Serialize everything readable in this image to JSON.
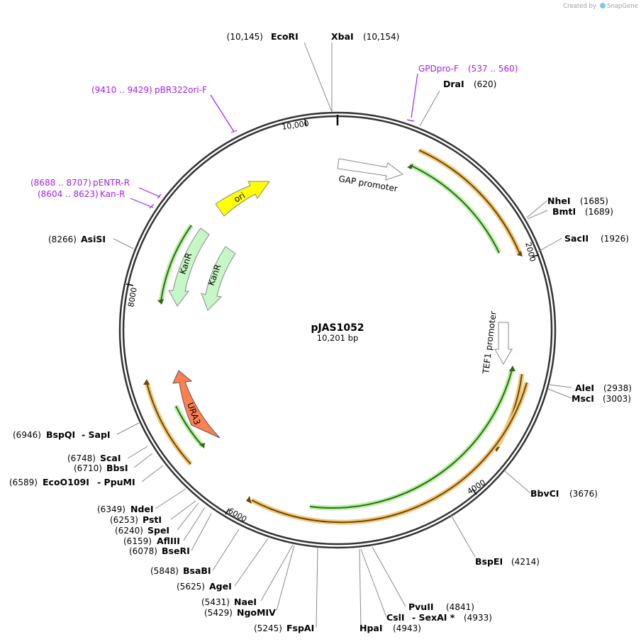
{
  "credit": {
    "prefix": "Created by",
    "brand": "SnapGene"
  },
  "plasmid": {
    "name": "pJAS1052",
    "length_label": "10,201 bp",
    "length": 10201
  },
  "colors": {
    "primer": "#a020f0",
    "orf": "#e8a030",
    "green": "#2e8b1e",
    "ori": "#ffff00",
    "kanr": "#c6f7c6",
    "ura3": "#ff7f50"
  },
  "tick_labels": [
    "10,000",
    "2000",
    "4000",
    "6000",
    "8000"
  ],
  "enzymes": [
    {
      "name": "EcoRI",
      "pos": "(10,145)"
    },
    {
      "name": "XbaI",
      "pos": "(10,154)"
    },
    {
      "name": "DraI",
      "pos": "(620)"
    },
    {
      "name": "NheI",
      "pos": "(1685)"
    },
    {
      "name": "BmtI",
      "pos": "(1689)"
    },
    {
      "name": "SacII",
      "pos": "(1926)"
    },
    {
      "name": "AleI",
      "pos": "(2938)"
    },
    {
      "name": "MscI",
      "pos": "(3003)"
    },
    {
      "name": "BbvCI",
      "pos": "(3676)"
    },
    {
      "name": "BspEI",
      "pos": "(4214)"
    },
    {
      "name": "PvuII",
      "pos": "(4841)"
    },
    {
      "name": "CslI",
      "name2": "- SexAI *",
      "pos": "(4933)"
    },
    {
      "name": "HpaI",
      "pos": "(4943)"
    },
    {
      "name": "FspAI",
      "pos": "(5245)"
    },
    {
      "name": "NgoMIV",
      "pos": "(5429)"
    },
    {
      "name": "NaeI",
      "pos": "(5431)"
    },
    {
      "name": "AgeI",
      "pos": "(5625)"
    },
    {
      "name": "BsaBI",
      "pos": "(5848)"
    },
    {
      "name": "BseRI",
      "pos": "(6078)"
    },
    {
      "name": "AflIII",
      "pos": "(6159)"
    },
    {
      "name": "SpeI",
      "pos": "(6240)"
    },
    {
      "name": "PstI",
      "pos": "(6253)"
    },
    {
      "name": "NdeI",
      "pos": "(6349)"
    },
    {
      "name": "EcoO109I",
      "name2": "- PpuMI",
      "pos": "(6589)"
    },
    {
      "name": "BbsI",
      "pos": "(6710)"
    },
    {
      "name": "ScaI",
      "pos": "(6748)"
    },
    {
      "name": "BspQI",
      "name2": "- SapI",
      "pos": "(6946)"
    },
    {
      "name": "AsiSI",
      "pos": "(8266)"
    }
  ],
  "primers": [
    {
      "name": "GPDpro-F",
      "range": "(537 .. 560)"
    },
    {
      "name": "pBR322ori-F",
      "range": "(9410 .. 9429)"
    },
    {
      "name": "pENTR-R",
      "range": "(8688 .. 8707)"
    },
    {
      "name": "Kan-R",
      "range": "(8604 .. 8623)"
    }
  ],
  "features": [
    {
      "name": "GAP promoter"
    },
    {
      "name": "TEF1 promoter"
    },
    {
      "name": "ori"
    },
    {
      "name": "KanR"
    },
    {
      "name": "KanR"
    },
    {
      "name": "URA3"
    }
  ]
}
